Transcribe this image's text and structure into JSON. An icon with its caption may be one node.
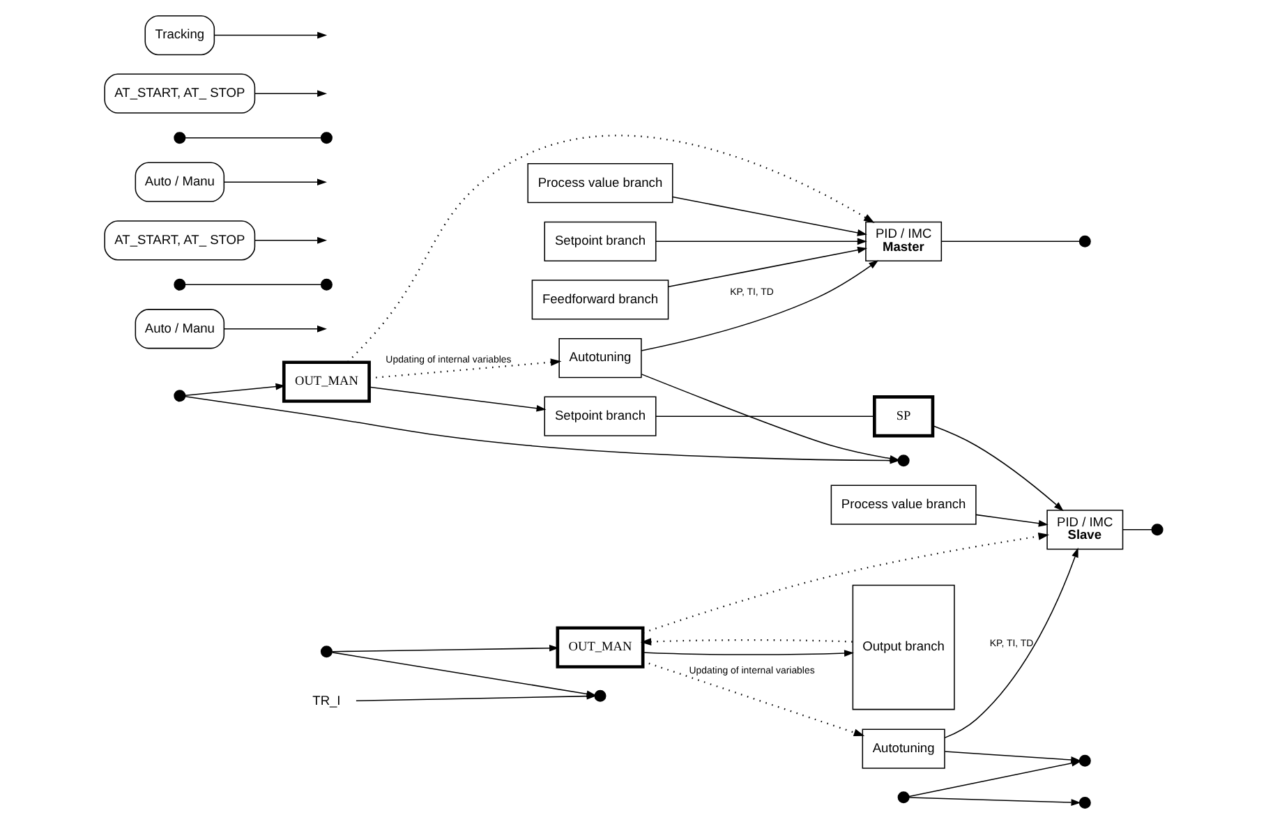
{
  "diagram": {
    "nodes": [
      {
        "text": [
          "Autotuning"
        ]
      },
      {
        "text": [
          "Process value branch"
        ]
      },
      {
        "text": [
          "Setpoint branch"
        ]
      },
      {
        "text": [
          "Feedforward branch"
        ]
      },
      {
        "text": [
          "PID / IMC",
          "Master"
        ]
      },
      {
        "text": [
          "Auto / Manu"
        ]
      },
      {
        "text": [],
        "shape": "circle"
      },
      {
        "text": [],
        "shape": "circle"
      },
      {
        "text": [],
        "shape": "circle"
      },
      {
        "text": [],
        "shape": "circle"
      },
      {
        "text": [],
        "shape": "circle"
      },
      {
        "text": [
          "AT_START, AT_ STOP"
        ]
      },
      {
        "text": [
          "OUT_MAN"
        ]
      },
      {
        "text": [
          "Autotuning"
        ]
      },
      {
        "text": [
          "Setpoint branch"
        ]
      },
      {
        "text": [
          "SP"
        ]
      },
      {
        "text": [
          "Process value branch"
        ]
      },
      {
        "text": [
          "PID / IMC",
          "Slave"
        ]
      },
      {
        "text": [
          "Auto / Manu"
        ]
      },
      {
        "text": [],
        "shape": "circle"
      },
      {
        "text": [],
        "shape": "circle"
      },
      {
        "text": [],
        "shape": "circle"
      },
      {
        "text": [],
        "shape": "circle"
      },
      {
        "text": [],
        "shape": "circle"
      },
      {
        "text": [],
        "shape": "circle"
      },
      {
        "text": [],
        "shape": "circle"
      },
      {
        "text": [],
        "shape": "circle"
      },
      {
        "text": [
          "AT_START, AT_ STOP"
        ]
      },
      {
        "text": [
          "OUT_MAN"
        ]
      },
      {
        "text": [
          "Tracking"
        ]
      },
      {
        "text": [
          "Output branch"
        ]
      },
      {
        "text": [
          "TR_I"
        ]
      }
    ],
    "edges": [
      {
        "from": 0,
        "to": 4,
        "arrow": "to",
        "label": "KP, TI, TD"
      },
      {
        "from": 1,
        "to": 4,
        "arrow": "to"
      },
      {
        "from": 2,
        "to": 4,
        "arrow": "to"
      },
      {
        "from": 3,
        "to": 4,
        "arrow": "to"
      },
      {
        "from": 4,
        "to": 6,
        "arrow": "none"
      },
      {
        "from": 5,
        "to": null,
        "arrow": "to"
      },
      {
        "from": 7,
        "to": 9,
        "arrow": "none"
      },
      {
        "from": 0,
        "to": 8,
        "arrow": "to"
      },
      {
        "from": 10,
        "to": 8,
        "arrow": "to"
      },
      {
        "from": 11,
        "to": null,
        "arrow": "to"
      },
      {
        "from": 10,
        "to": 12,
        "arrow": "to"
      },
      {
        "from": 12,
        "to": 0,
        "arrow": "to",
        "style": "dashed",
        "label": "Updating of internal variables"
      },
      {
        "from": 12,
        "to": 4,
        "arrow": "to",
        "style": "dashed"
      },
      {
        "from": 12,
        "to": 14,
        "arrow": "to"
      },
      {
        "from": 14,
        "to": 15,
        "arrow": "none"
      },
      {
        "from": 15,
        "to": 17,
        "arrow": "to"
      },
      {
        "from": 16,
        "to": 17,
        "arrow": "to"
      },
      {
        "from": 13,
        "to": 17,
        "arrow": "to",
        "label": "KP, TI, TD"
      },
      {
        "from": 17,
        "to": 19,
        "arrow": "none"
      },
      {
        "from": 18,
        "to": null,
        "arrow": "to"
      },
      {
        "from": 20,
        "to": 22,
        "arrow": "none"
      },
      {
        "from": 13,
        "to": 21,
        "arrow": "to"
      },
      {
        "from": 23,
        "to": 21,
        "arrow": "to"
      },
      {
        "from": 27,
        "to": null,
        "arrow": "to"
      },
      {
        "from": 23,
        "to": 24,
        "arrow": "to"
      },
      {
        "from": 25,
        "to": 26,
        "arrow": "to"
      },
      {
        "from": 29,
        "to": null,
        "arrow": "to"
      },
      {
        "from": 25,
        "to": 28,
        "arrow": "to"
      },
      {
        "from": 28,
        "to": 30,
        "arrow": "to"
      },
      {
        "from": 28,
        "to": 13,
        "arrow": "to",
        "style": "dashed",
        "label": "Updating of internal variables"
      },
      {
        "from": 28,
        "to": 17,
        "arrow": "to",
        "style": "dashed"
      },
      {
        "from": 30,
        "to": 28,
        "arrow": "to",
        "style": "dashed"
      },
      {
        "from": 31,
        "to": 26,
        "arrow": "to"
      }
    ]
  }
}
